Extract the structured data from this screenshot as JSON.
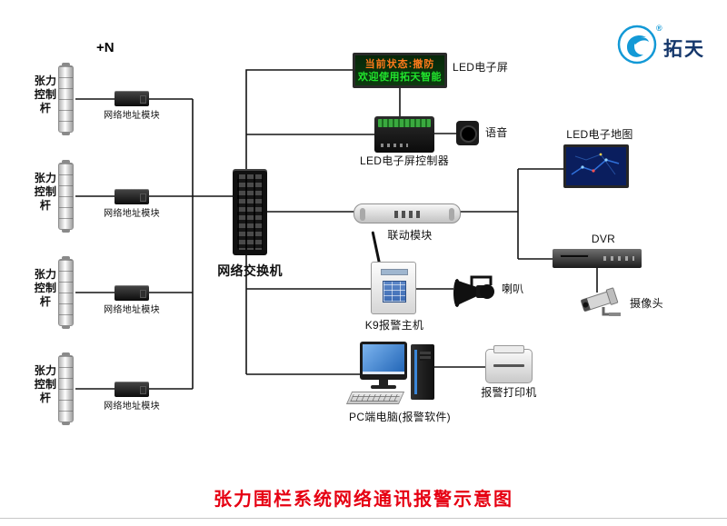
{
  "brand": {
    "name": "拓天",
    "registered": "®"
  },
  "annotation_plus_n": "+N",
  "title": "张力围栏系统网络通讯报警示意图",
  "led_screen": {
    "line1": "当前状态:撤防",
    "line2": "欢迎使用拓天智能",
    "label": "LED电子屏"
  },
  "devices": {
    "pole_label": "张力控制杆",
    "module_label": "网络地址模块",
    "switch_label": "网络交换机",
    "controller_label": "LED电子屏控制器",
    "voice_label": "语音",
    "linkage_label": "联动模块",
    "map_label": "LED电子地图",
    "dvr_label": "DVR",
    "k9_label": "K9报警主机",
    "horn_label": "喇叭",
    "camera_label": "摄像头",
    "pc_label": "PC端电脑(报警软件)",
    "printer_label": "报警打印机"
  },
  "colors": {
    "brand_blue": "#1399d6",
    "title_red": "#e60012",
    "led_status_color": "#ff7a1a",
    "led_welcome_color": "#21e42d"
  }
}
